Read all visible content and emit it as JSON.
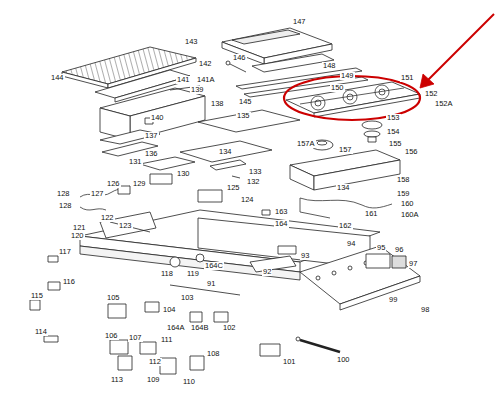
{
  "diagram": {
    "labels": [
      "143",
      "147",
      "142",
      "146",
      "148",
      "144",
      "141",
      "141A",
      "149",
      "150",
      "139",
      "138",
      "145",
      "151",
      "152",
      "152A",
      "140",
      "135",
      "153",
      "137",
      "154",
      "155",
      "136",
      "134",
      "157A",
      "157",
      "156",
      "131",
      "130",
      "133",
      "132",
      "158",
      "126",
      "129",
      "125",
      "124",
      "134",
      "159",
      "128",
      "127",
      "128",
      "160",
      "160A",
      "161",
      "162",
      "122",
      "123",
      "121",
      "163",
      "164",
      "120",
      "94",
      "95",
      "96",
      "97",
      "117",
      "119",
      "118",
      "164C",
      "92",
      "93",
      "116",
      "115",
      "105",
      "103",
      "91",
      "104",
      "164A",
      "164B",
      "102",
      "114",
      "106",
      "107",
      "111",
      "112",
      "109",
      "110",
      "108",
      "101",
      "100",
      "113",
      "99",
      "98"
    ]
  }
}
